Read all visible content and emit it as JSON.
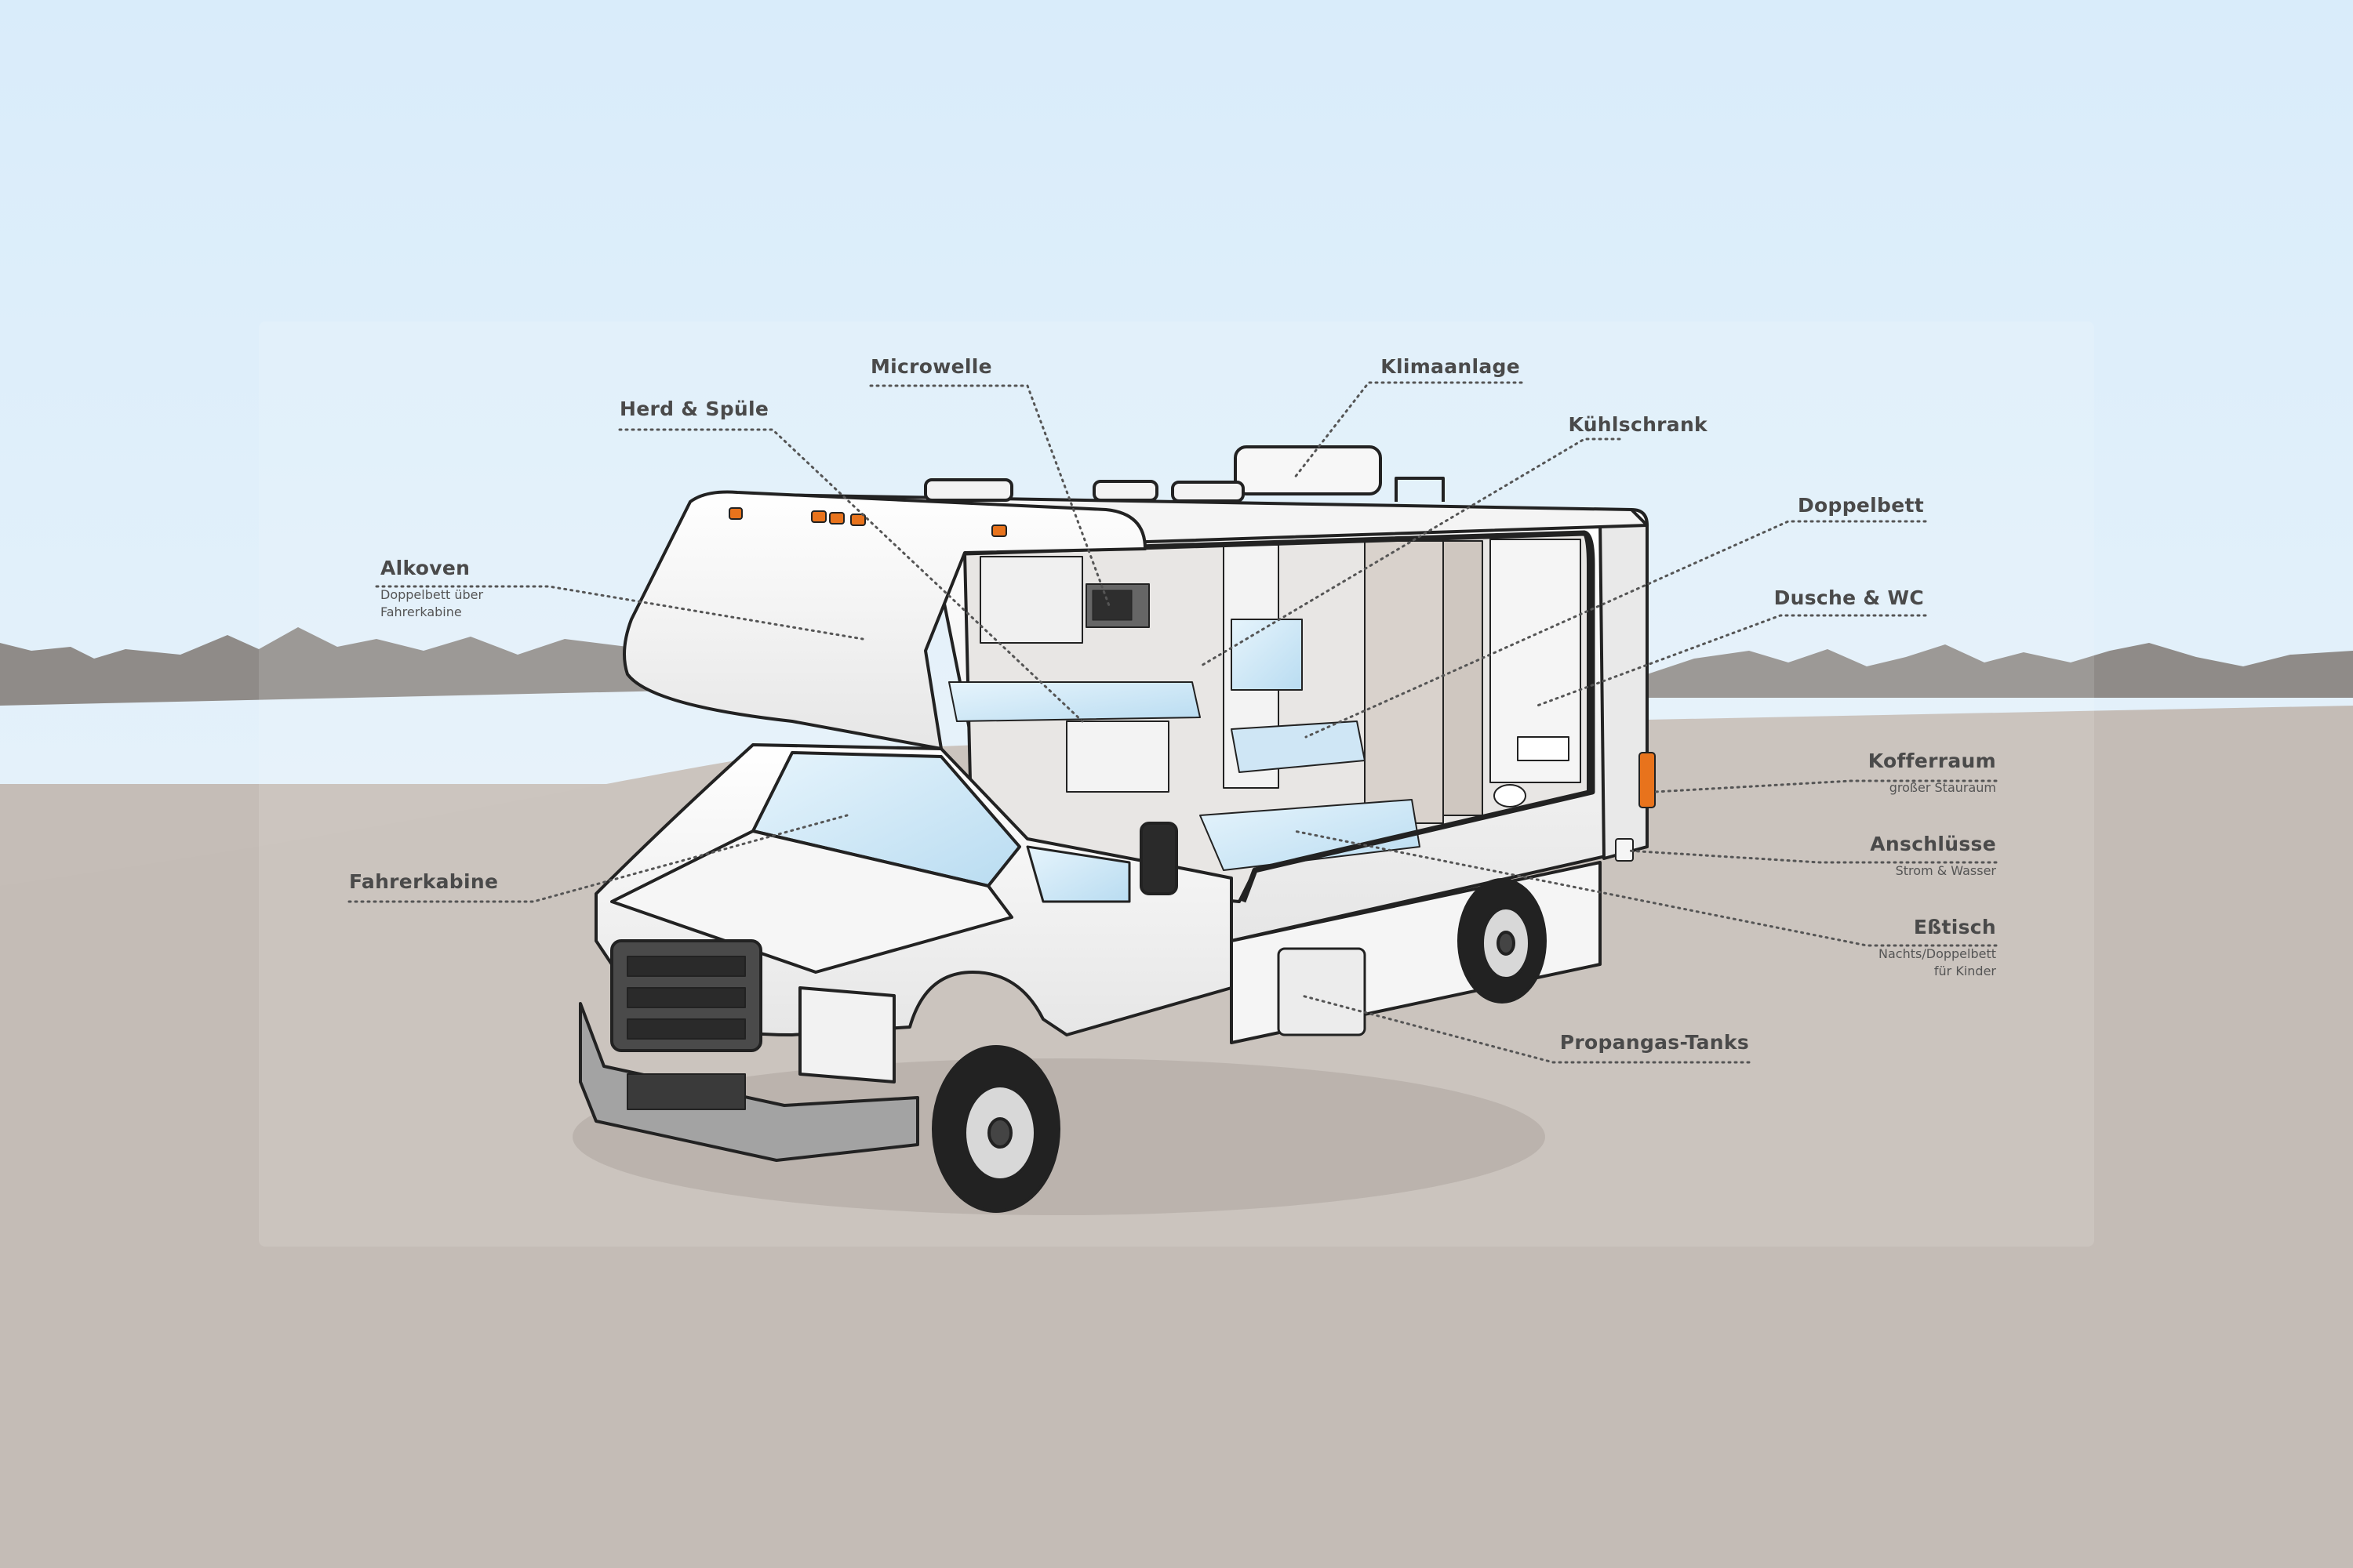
{
  "labels": {
    "alkoven": {
      "title": "Alkoven",
      "sub": [
        "Doppelbett über",
        "Fahrerkabine"
      ]
    },
    "fahrerkabine": {
      "title": "Fahrerkabine"
    },
    "herd": {
      "title": "Herd & Spüle"
    },
    "microwelle": {
      "title": "Microwelle"
    },
    "klimaanlage": {
      "title": "Klimaanlage"
    },
    "kuehlschrank": {
      "title": "Kühlschrank"
    },
    "doppelbett": {
      "title": "Doppelbett"
    },
    "dusche": {
      "title": "Dusche & WC"
    },
    "kofferraum": {
      "title": "Kofferraum",
      "sub": [
        "großer Stauraum"
      ]
    },
    "anschluesse": {
      "title": "Anschlüsse",
      "sub": [
        "Strom & Wasser"
      ]
    },
    "esstisch": {
      "title": "Eßtisch",
      "sub": [
        "Nachts/Doppelbett",
        "für Kinder"
      ]
    },
    "propangas": {
      "title": "Propangas-Tanks"
    }
  },
  "colors": {
    "sky": "#deeefa",
    "ground": "#c5bdb7",
    "mountains": "#8e8a88",
    "body": "#f7f7f7",
    "outline": "#222222",
    "glass": "#cfe8f7",
    "accent": "#e8731c",
    "leader": "#555555"
  }
}
